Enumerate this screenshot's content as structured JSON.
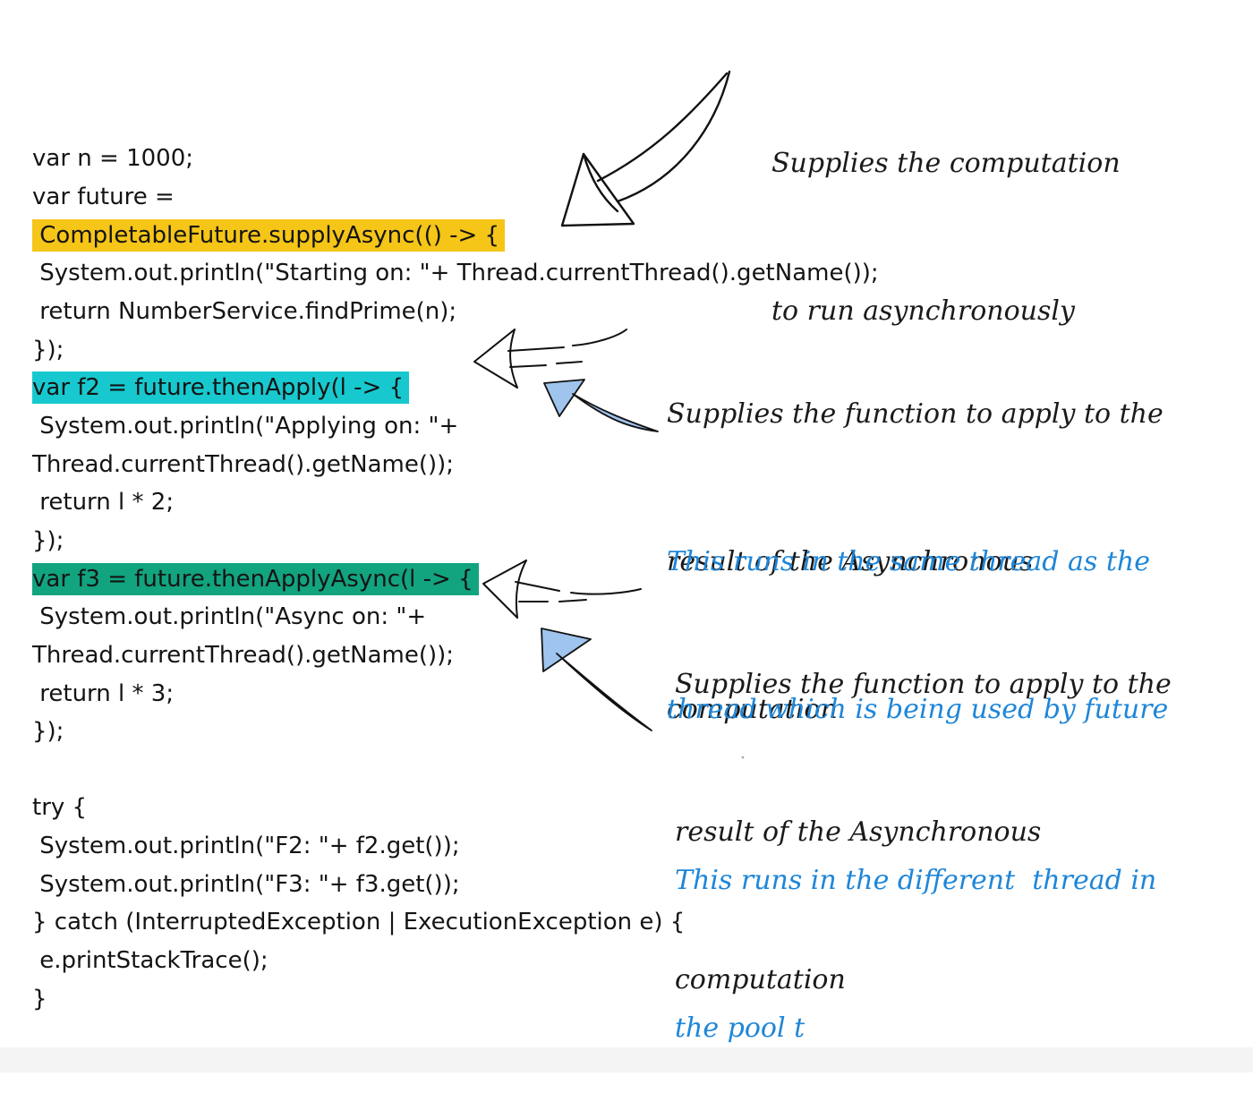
{
  "code": {
    "lines": [
      "var n = 1000;",
      "var future =",
      " CompletableFuture.supplyAsync(() -> {",
      " System.out.println(\"Starting on: \"+ Thread.currentThread().getName());",
      " return NumberService.findPrime(n);",
      "});",
      "var f2 = future.thenApply(l -> {",
      " System.out.println(\"Applying on: \"+",
      "Thread.currentThread().getName());",
      " return l * 2;",
      "});",
      "var f3 = future.thenApplyAsync(l -> {",
      " System.out.println(\"Async on: \"+",
      "Thread.currentThread().getName());",
      " return l * 3;",
      "});",
      "",
      "try {",
      " System.out.println(\"F2: \"+ f2.get());",
      " System.out.println(\"F3: \"+ f3.get());",
      "} catch (InterruptedException | ExecutionException e) {",
      " e.printStackTrace();",
      "}"
    ],
    "highlight_colors": {
      "supply_async": "#f5c518",
      "then_apply": "#17c9cf",
      "then_apply_async": "#12a37f"
    }
  },
  "annotations": {
    "supply_note": [
      "Supplies the computation",
      "to run asynchronously"
    ],
    "apply_note": [
      "Supplies the function to apply to the",
      "result of the Asynchronous",
      "computation"
    ],
    "apply_thread_note": [
      "This runs in the same thread as the",
      "thread which is being used by future"
    ],
    "async_note": [
      "Supplies the function to apply to the",
      "result of the Asynchronous",
      "computation"
    ],
    "async_thread_note": [
      "This runs in the different  thread in",
      "the pool t"
    ]
  },
  "colors": {
    "annotation_text": "#1a1a1a",
    "annotation_blue": "#1e86d8",
    "arrow_fill_blue": "#9fc4ee"
  }
}
